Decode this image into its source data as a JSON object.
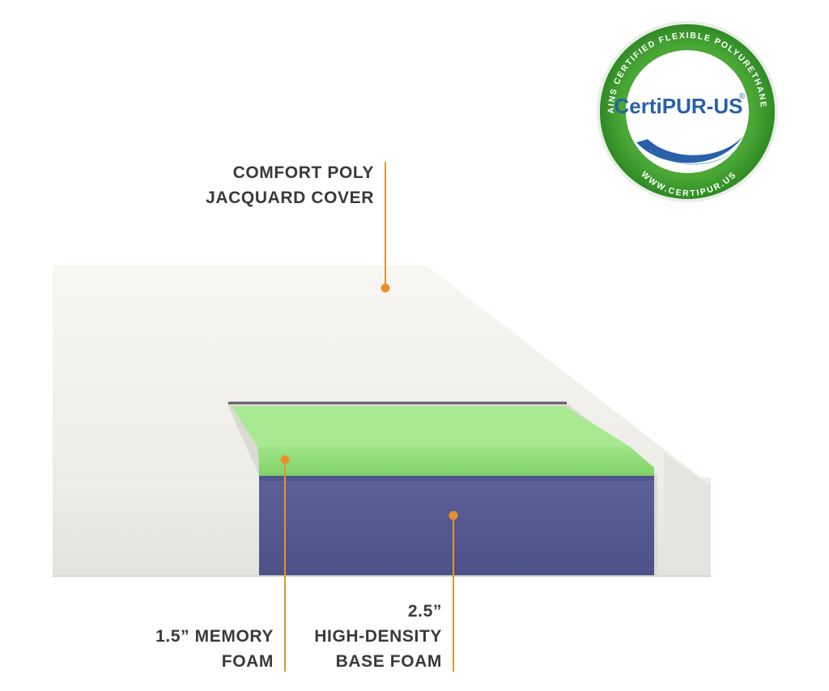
{
  "colors": {
    "background": "#ffffff",
    "cover": "#f4f3f0",
    "memory_foam": "#87d86e",
    "base_foam": "#555a8e",
    "callout": "#e8912c",
    "badge_green": "#3f9b2e",
    "badge_blue": "#2a60a8"
  },
  "labels": {
    "cover": {
      "line1": "COMFORT POLY",
      "line2": "JACQUARD COVER"
    },
    "memory": {
      "line1": "1.5” MEMORY",
      "line2": "FOAM"
    },
    "base": {
      "line1": "2.5”",
      "line2": "HIGH-DENSITY",
      "line3": "BASE FOAM"
    }
  },
  "badge": {
    "ring_text": "CONTAINS CERTIFIED FLEXIBLE POLYURETHANE FOAM",
    "url_text": "WWW.CERTIPUR.US",
    "logo_text": "CertiPUR-US",
    "mark": "®"
  }
}
